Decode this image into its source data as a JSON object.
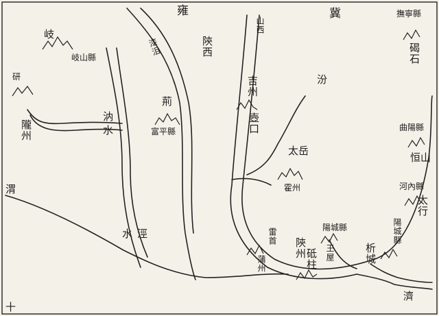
{
  "page_number": "十",
  "regions": {
    "yong": "雍",
    "ji": "冀",
    "shanxi_west": "陝西",
    "shanxi": "山西"
  },
  "rivers": {
    "wei_left": "渭",
    "weibao": "漆沮",
    "na": "汭",
    "shui": "水",
    "jing": "涇",
    "shui2": "水",
    "fen": "汾",
    "ji": "濟"
  },
  "mountains": {
    "qi": "岐",
    "qi_county": "岐山縣",
    "yan": "研",
    "long": "隴州",
    "jing": "荊",
    "fuping": "富平縣",
    "jizhou": "吉州",
    "hukou": "壺口",
    "taiyue": "太岳",
    "huozhou": "霍州",
    "lei": "雷首",
    "pu": "蒲州",
    "dizhu": "砥柱",
    "shan": "陝州",
    "wangwu": "王屋",
    "yangcheng": "陽城縣",
    "xicheng": "析城",
    "yangcheng2": "陽城縣",
    "taixing": "太行",
    "henei": "河內縣",
    "hengshan": "恒山",
    "quyang": "曲陽縣",
    "jieshi": "碣石",
    "fuling": "撫寧縣"
  }
}
